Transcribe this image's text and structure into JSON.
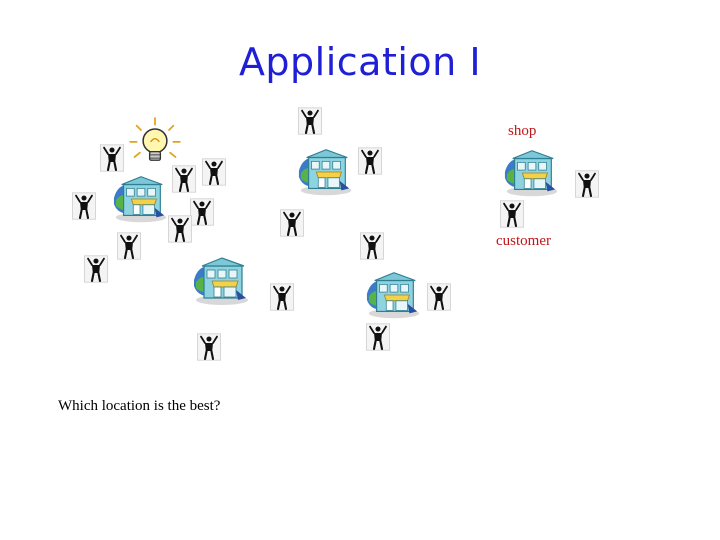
{
  "slide": {
    "title": "Application I",
    "question": "Which location is the best?"
  },
  "legend": {
    "shop_label": "shop",
    "customer_label": "customer"
  },
  "icons": {
    "shop": "shop-building-icon",
    "customer": "person-icon",
    "idea": "lightbulb-icon"
  },
  "colors": {
    "title": "#1f1fd6",
    "legend_text": "#c0161b"
  }
}
